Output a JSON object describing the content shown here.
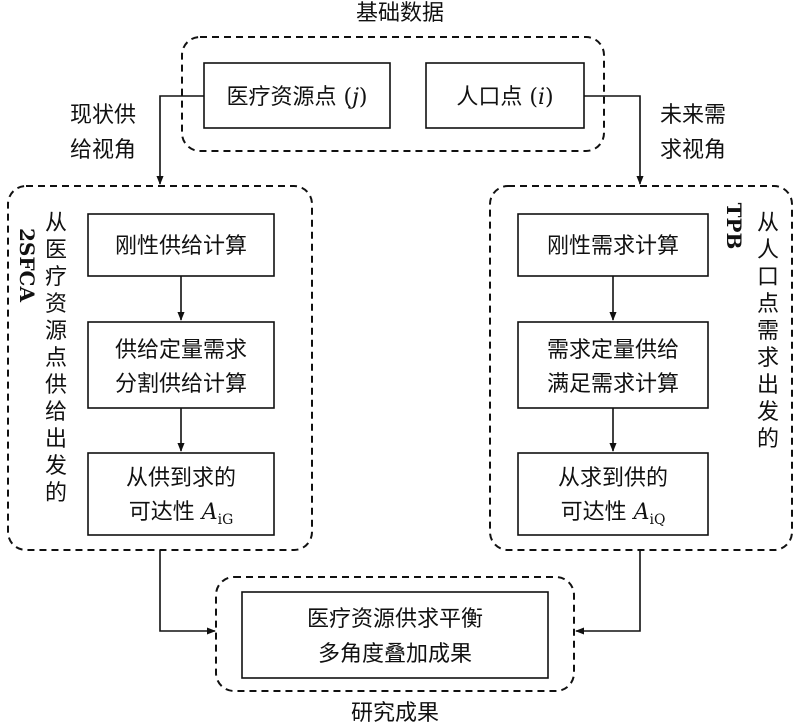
{
  "top_group": {
    "title": "基础数据",
    "medical_point": {
      "label": "医疗资源点",
      "var": "j"
    },
    "population_point": {
      "label": "人口点",
      "var": "i"
    }
  },
  "left_edge_label": [
    "现状供",
    "给视角"
  ],
  "right_edge_label": [
    "未来需",
    "求视角"
  ],
  "left_group": {
    "method": "2SFCA",
    "vertical_caption": [
      "从",
      "医",
      "疗",
      "资",
      "源",
      "点",
      "供",
      "给",
      "出",
      "发",
      "的"
    ],
    "steps": [
      {
        "lines": [
          "刚性供给计算"
        ]
      },
      {
        "lines": [
          "供给定量需求",
          "分割供给计算"
        ]
      },
      {
        "lines": [
          "从供到求的",
          "可达性"
        ],
        "symbol": "A",
        "subscript": "iG"
      }
    ]
  },
  "right_group": {
    "method": "TPB",
    "vertical_caption": [
      "从",
      "人",
      "口",
      "点",
      "需",
      "求",
      "出",
      "发",
      "的"
    ],
    "steps": [
      {
        "lines": [
          "刚性需求计算"
        ]
      },
      {
        "lines": [
          "需求定量供给",
          "满足需求计算"
        ]
      },
      {
        "lines": [
          "从求到供的",
          "可达性"
        ],
        "symbol": "A",
        "subscript": "iQ"
      }
    ]
  },
  "bottom_group": {
    "title": "研究成果",
    "result_lines": [
      "医疗资源供求平衡",
      "多角度叠加成果"
    ]
  },
  "colors": {
    "stroke": "#111111",
    "background": "#ffffff"
  }
}
